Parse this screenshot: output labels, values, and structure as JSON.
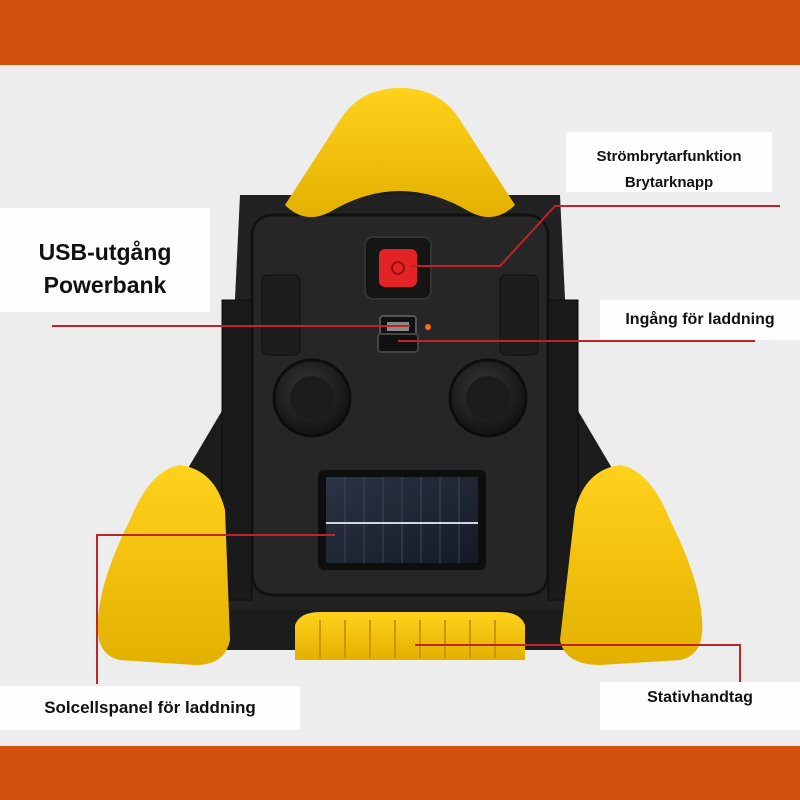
{
  "colors": {
    "band": "#d4500f",
    "device_body": "#1c1c1c",
    "device_yellow": "#f3c200",
    "button_red": "#e42424",
    "leader_line": "#c0232a"
  },
  "labels": {
    "switch_line1": "Strömbrytarfunktion",
    "switch_line2": "Brytarknapp",
    "usb_line1": "USB-utgång",
    "usb_line2": "Powerbank",
    "charge_input": "Ingång för laddning",
    "solar_panel": "Solcellspanel för laddning",
    "stand_handle": "Stativhandtag"
  }
}
